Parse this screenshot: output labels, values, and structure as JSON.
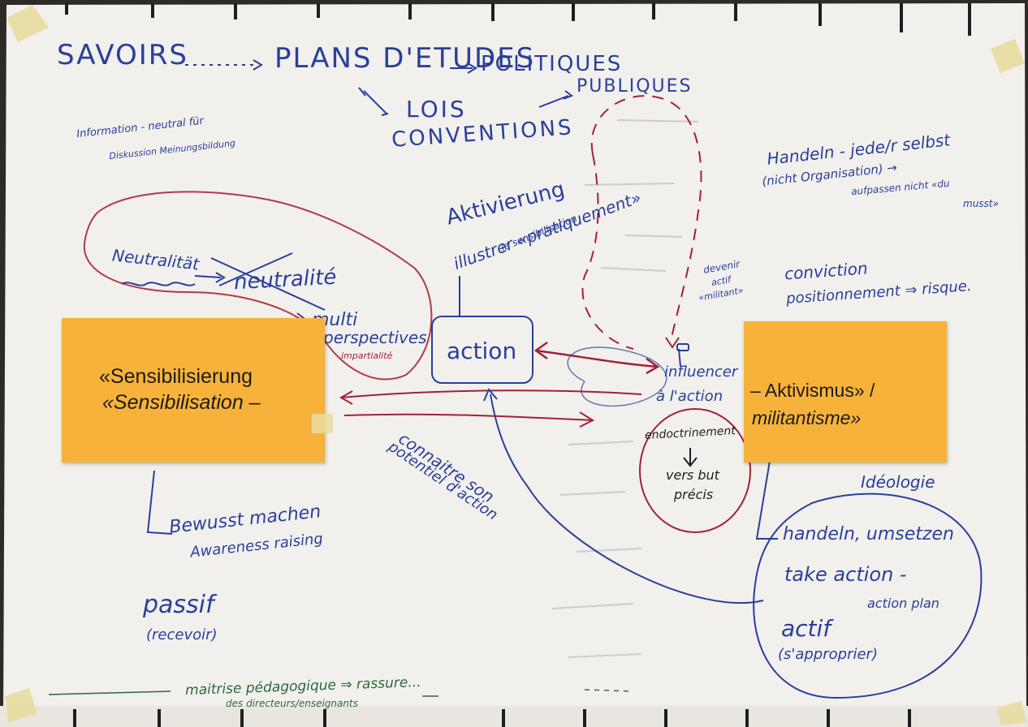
{
  "top": {
    "savoirs": "SAVOIRS",
    "plans_etudes": "PLANS D'ETUDES",
    "politiques": "POLITIQUES",
    "publiques": "PUBLIQUES",
    "lois": "LOIS",
    "conventions": "CONVENTIONS"
  },
  "notes": {
    "information_1": "Information - neutral für",
    "information_2": "Diskussion   Meinungsbildung",
    "handeln_1": "Handeln - jede/r selbst",
    "handeln_2": "(nicht Organisation) →",
    "handeln_3": "aufpassen nicht «du",
    "handeln_4": "musst»",
    "aktivierung": "Aktivierung",
    "illustrer_1": "illustrer «pratiquement»",
    "illustrer_2": "la sensibilisation",
    "neutralite_de": "Neutralität",
    "neutralite_fr": "neutralité",
    "multi_1": "multi",
    "multi_2": "perspectives",
    "impartialite": "impartialité",
    "action": "action",
    "devenir_1": "devenir",
    "devenir_2": "actif",
    "devenir_3": "«militant»",
    "conviction_1": "conviction",
    "conviction_2": "positionnement ⇒ risque.",
    "influencer_1": "influencer",
    "influencer_2": "à l'action",
    "connaitre_1": "connaitre son",
    "connaitre_2": "potentiel d'action",
    "endoctrinement_1": "endoctrinement",
    "endoctrinement_2": "vers but",
    "endoctrinement_3": "précis",
    "ideologie": "Idéologie",
    "bewusst_1": "Bewusst machen",
    "bewusst_2": "Awareness raising",
    "passif_1": "passif",
    "passif_2": "(recevoir)",
    "handeln_umsetzen": "handeln, umsetzen",
    "take_action": "take action -",
    "action_plan": "action plan",
    "actif_1": "actif",
    "actif_2": "(s'approprier)",
    "maitrise_1": "maitrise pédagogique ⇒ rassure...",
    "maitrise_2": "des directeurs/enseignants"
  },
  "stickies": {
    "left_line1": "«Sensibilisierung",
    "left_line2": "«Sensibilisation –",
    "right_line1": "– Aktivismus» /",
    "right_line2": "militantisme»"
  },
  "colors": {
    "paper": "#f1f0ec",
    "sticky": "#f7b23b",
    "ink_blue": "#2a3f9a",
    "ink_red": "#a3203a",
    "ink_green": "#2c6a3a",
    "tape": "#e8dca0"
  }
}
